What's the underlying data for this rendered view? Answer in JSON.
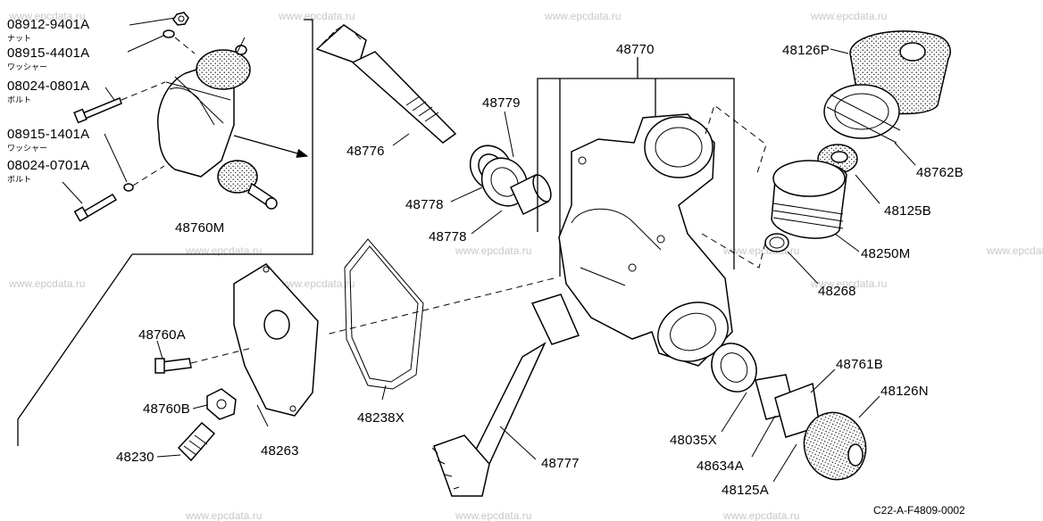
{
  "watermark": "www.epcdata.ru",
  "drawing_code": "C22-A-F4809-0002",
  "callouts": {
    "p08912_9401A": "08912-9401A",
    "p08912_9401A_sub": "ナット",
    "p08915_4401A": "08915-4401A",
    "p08915_4401A_sub": "ワッシャー",
    "p08024_0801A": "08024-0801A",
    "p08024_0801A_sub": "ボルト",
    "p08915_1401A": "08915-1401A",
    "p08915_1401A_sub": "ワッシャー",
    "p08024_0701A": "08024-0701A",
    "p08024_0701A_sub": "ボルト",
    "p48760M": "48760M",
    "p48776": "48776",
    "p48779": "48779",
    "p48778a": "48778",
    "p48778b": "48778",
    "p48770": "48770",
    "p48126P": "48126P",
    "p48762B": "48762B",
    "p48125B": "48125B",
    "p48250M": "48250M",
    "p48268": "48268",
    "p48760A": "48760A",
    "p48760B": "48760B",
    "p48230": "48230",
    "p48263": "48263",
    "p48238X": "48238X",
    "p48777": "48777",
    "p48761B": "48761B",
    "p48126N": "48126N",
    "p48035X": "48035X",
    "p48634A": "48634A",
    "p48125A": "48125A"
  }
}
